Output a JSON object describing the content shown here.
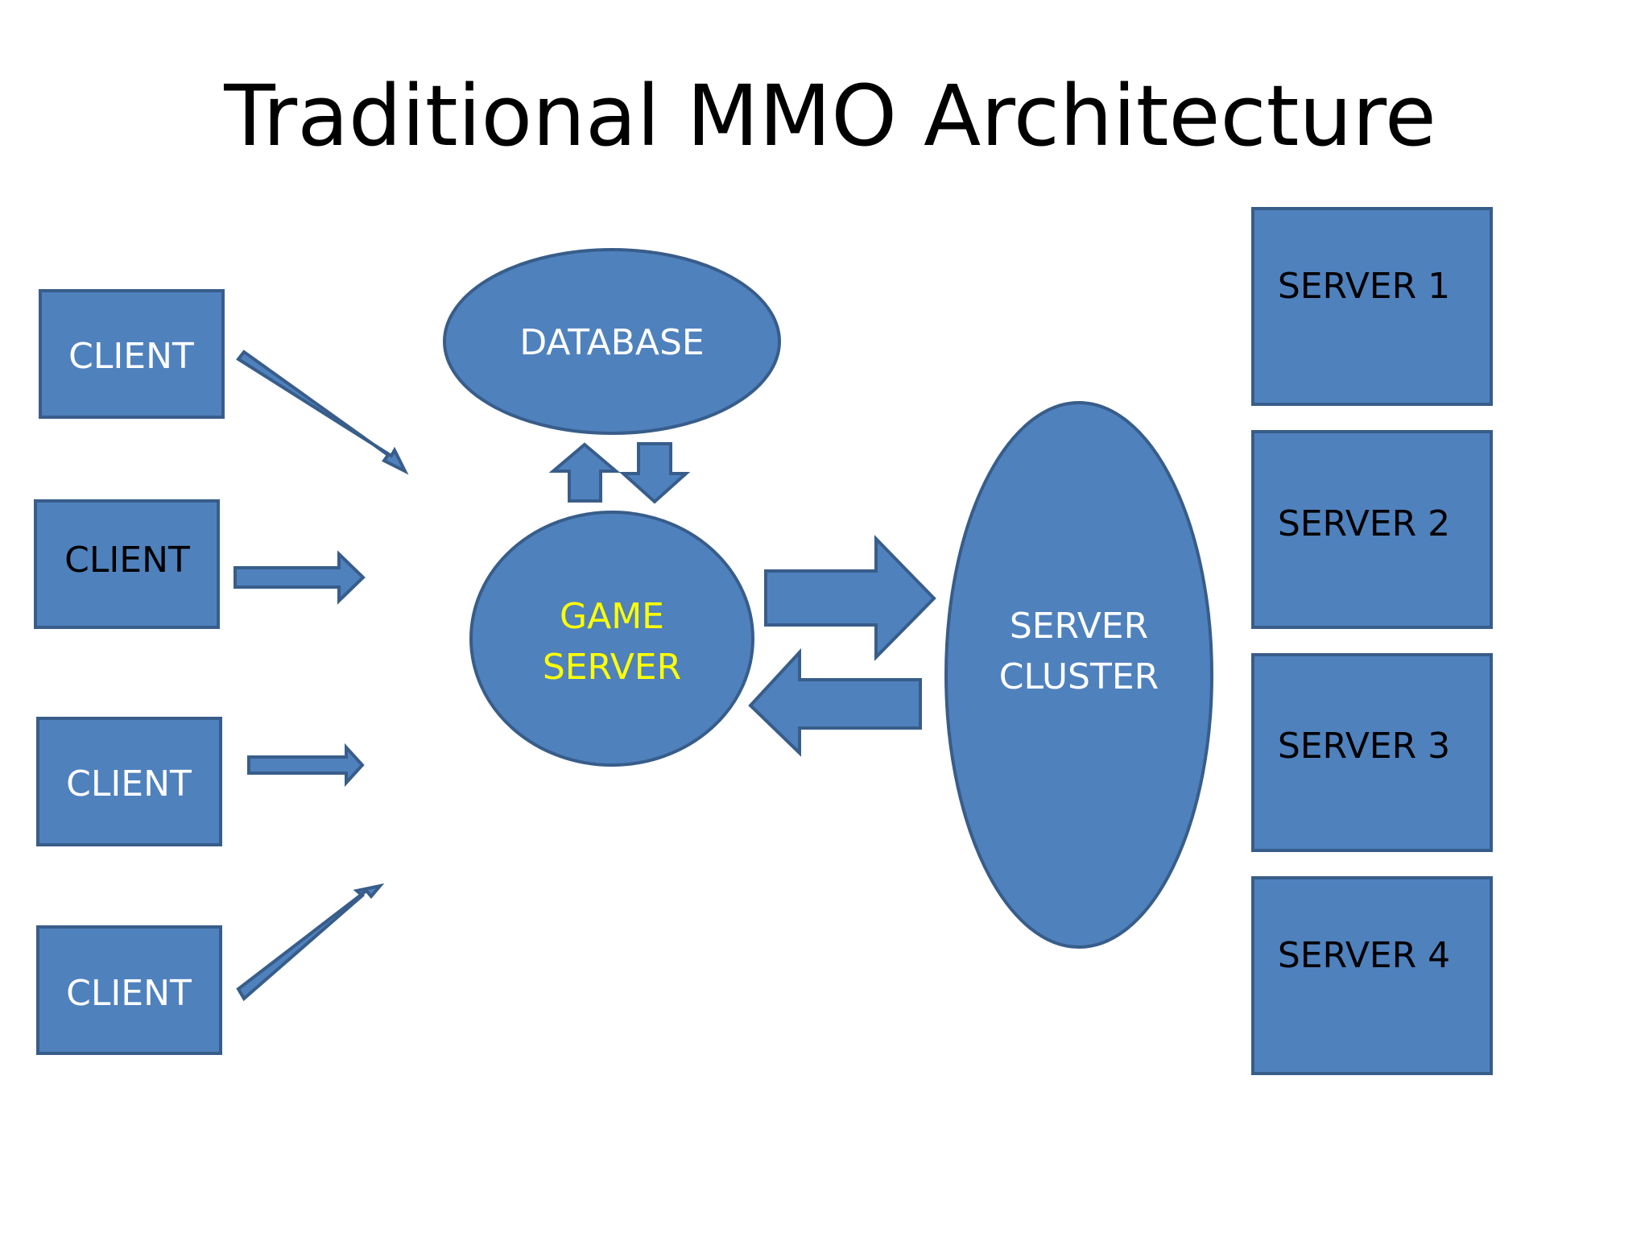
{
  "title": "Traditional MMO Architecture",
  "colors": {
    "node_fill": "#4f81bd",
    "node_stroke": "#385d8a",
    "label_white": "#ffffff",
    "label_black": "#000000",
    "label_yellow": "#ffff00"
  },
  "nodes": {
    "clients": [
      {
        "label": "CLIENT",
        "text_color": "white"
      },
      {
        "label": "CLIENT",
        "text_color": "black"
      },
      {
        "label": "CLIENT",
        "text_color": "white"
      },
      {
        "label": "CLIENT",
        "text_color": "white"
      }
    ],
    "database": {
      "label": "DATABASE"
    },
    "game_server": {
      "label_line1": "GAME",
      "label_line2": "SERVER"
    },
    "server_cluster": {
      "label_line1": "SERVER",
      "label_line2": "CLUSTER"
    },
    "servers": [
      {
        "label": "SERVER 1"
      },
      {
        "label": "SERVER 2"
      },
      {
        "label": "SERVER 3"
      },
      {
        "label": "SERVER 4"
      }
    ]
  }
}
